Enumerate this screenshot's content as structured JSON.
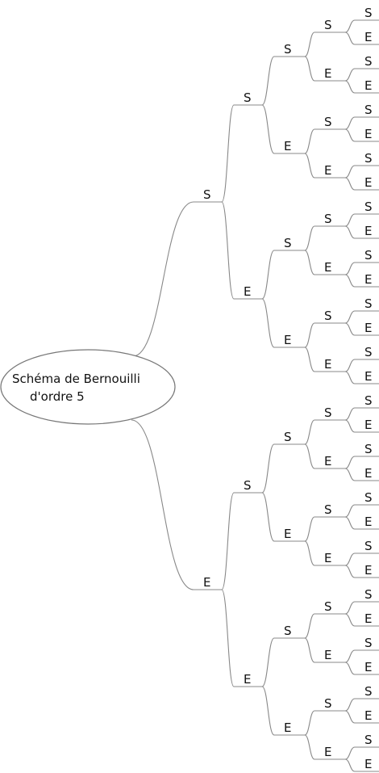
{
  "root": {
    "line1": "Schéma de Bernouilli",
    "line2": "d'ordre 5"
  },
  "labels": {
    "success": "S",
    "failure": "E"
  },
  "depth": 5
}
